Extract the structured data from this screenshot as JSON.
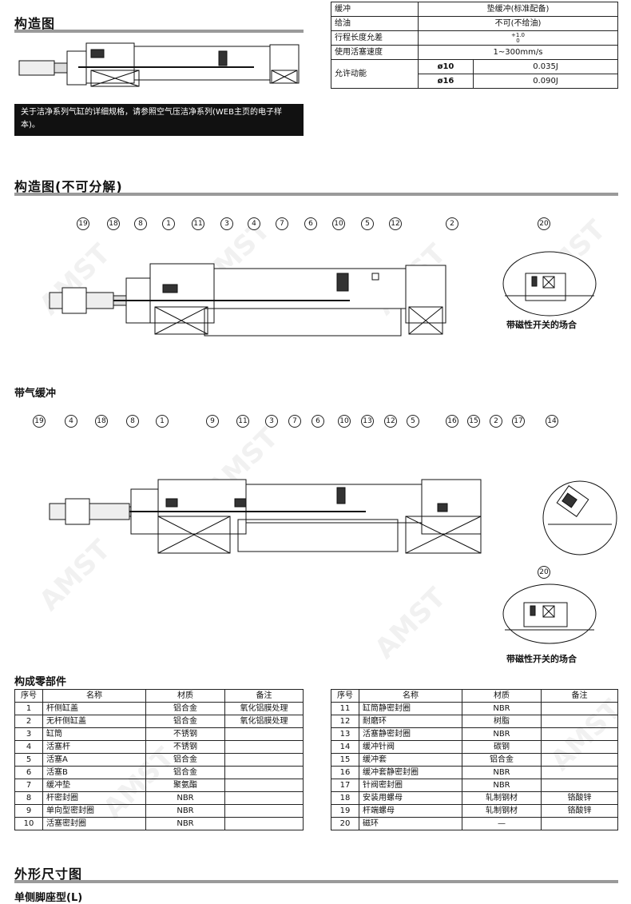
{
  "section1": {
    "title": "构造图"
  },
  "note": "关于洁净系列气缸的详细规格，请参照空气压洁净系列(WEB主页的电子样本)。",
  "spec_table": {
    "rows": [
      {
        "label": "缓冲",
        "value": "垫缓冲(标准配备)"
      },
      {
        "label": "给油",
        "value": "不可(不给油)"
      },
      {
        "label": "行程长度允差",
        "value_top": "+1.0",
        "value_bottom": "0"
      },
      {
        "label": "使用活塞速度",
        "value": "1~300mm/s"
      }
    ],
    "energy": {
      "label": "允许动能",
      "items": [
        {
          "bore": "ø10",
          "value": "0.035J"
        },
        {
          "bore": "ø16",
          "value": "0.090J"
        }
      ]
    }
  },
  "section2": {
    "title": "构造图(不可分解)"
  },
  "diagram1": {
    "callouts": [
      "19",
      "18",
      "8",
      "1",
      "11",
      "3",
      "4",
      "7",
      "6",
      "10",
      "5",
      "12",
      "2"
    ],
    "detail_callout": "20",
    "detail_caption": "带磁性开关的场合"
  },
  "subsection": {
    "title": "带气缓冲"
  },
  "diagram2": {
    "callouts": [
      "19",
      "4",
      "18",
      "8",
      "1",
      "9",
      "11",
      "3",
      "7",
      "6",
      "10",
      "13",
      "12",
      "5",
      "16",
      "15",
      "2",
      "17",
      "14"
    ],
    "detail_callout": "20",
    "detail_caption": "带磁性开关的场合"
  },
  "parts": {
    "title": "构成零部件",
    "headers": [
      "序号",
      "名称",
      "材质",
      "备注"
    ],
    "left": [
      [
        "1",
        "杆侧缸盖",
        "铝合金",
        "氧化铝膜处理"
      ],
      [
        "2",
        "无杆侧缸盖",
        "铝合金",
        "氧化铝膜处理"
      ],
      [
        "3",
        "缸筒",
        "不锈钢",
        ""
      ],
      [
        "4",
        "活塞杆",
        "不锈钢",
        ""
      ],
      [
        "5",
        "活塞A",
        "铝合金",
        ""
      ],
      [
        "6",
        "活塞B",
        "铝合金",
        ""
      ],
      [
        "7",
        "缓冲垫",
        "聚氨酯",
        ""
      ],
      [
        "8",
        "杆密封圈",
        "NBR",
        ""
      ],
      [
        "9",
        "单向型密封圈",
        "NBR",
        ""
      ],
      [
        "10",
        "活塞密封圈",
        "NBR",
        ""
      ]
    ],
    "right": [
      [
        "11",
        "缸筒静密封圈",
        "NBR",
        ""
      ],
      [
        "12",
        "耐磨环",
        "树脂",
        ""
      ],
      [
        "13",
        "活塞静密封圈",
        "NBR",
        ""
      ],
      [
        "14",
        "缓冲针阀",
        "碳钢",
        ""
      ],
      [
        "15",
        "缓冲套",
        "铝合金",
        ""
      ],
      [
        "16",
        "缓冲套静密封圈",
        "NBR",
        ""
      ],
      [
        "17",
        "针阀密封圈",
        "NBR",
        ""
      ],
      [
        "18",
        "安装用螺母",
        "轧制钢材",
        "铬酸锌"
      ],
      [
        "19",
        "杆端螺母",
        "轧制钢材",
        "铬酸锌"
      ],
      [
        "20",
        "磁环",
        "—",
        ""
      ]
    ]
  },
  "section3": {
    "title": "外形尺寸图"
  },
  "section4": {
    "title": "单侧脚座型(L)"
  }
}
